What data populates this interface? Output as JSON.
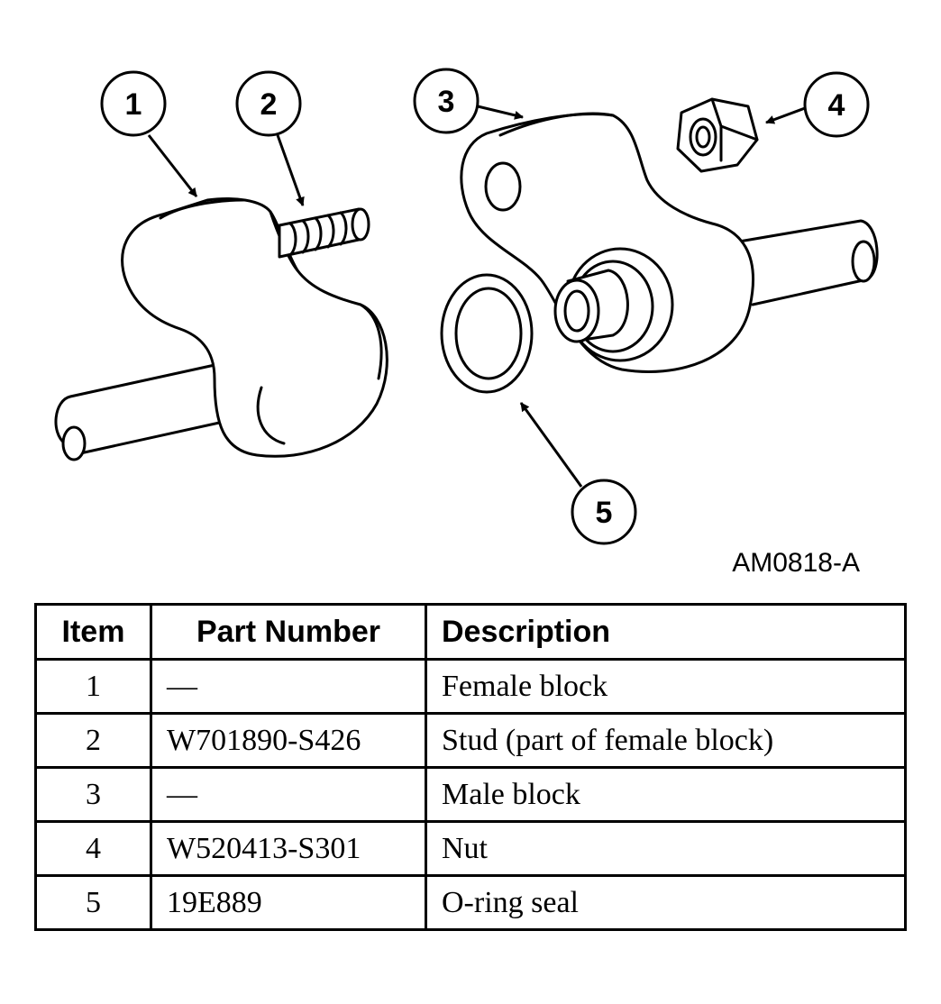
{
  "diagram": {
    "callouts": [
      "1",
      "2",
      "3",
      "4",
      "5"
    ],
    "figure_code": "AM0818-A"
  },
  "table": {
    "headers": [
      "Item",
      "Part Number",
      "Description"
    ],
    "rows": [
      {
        "item": "1",
        "part": "—",
        "desc": "Female block"
      },
      {
        "item": "2",
        "part": "W701890-S426",
        "desc": "Stud (part of female block)"
      },
      {
        "item": "3",
        "part": "—",
        "desc": "Male block"
      },
      {
        "item": "4",
        "part": "W520413-S301",
        "desc": "Nut"
      },
      {
        "item": "5",
        "part": "19E889",
        "desc": "O-ring seal"
      }
    ]
  }
}
